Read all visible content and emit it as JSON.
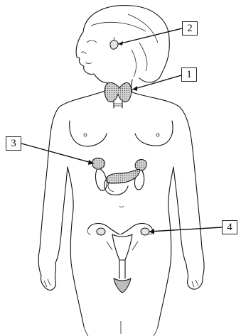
{
  "labels": [
    {
      "id": "1",
      "text": "1",
      "target": "thyroid"
    },
    {
      "id": "2",
      "text": "2",
      "target": "pituitary"
    },
    {
      "id": "3",
      "text": "3",
      "target": "adrenal"
    },
    {
      "id": "4",
      "text": "4",
      "target": "ovary"
    }
  ]
}
